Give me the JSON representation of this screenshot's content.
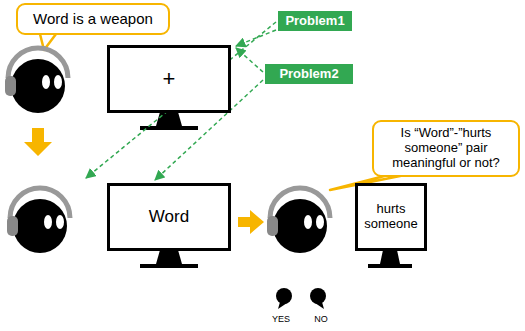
{
  "diagram": {
    "nodes": [
      {
        "text": [
          "Word is a weapon"
        ]
      },
      {
        "text": [
          "Problem1"
        ]
      },
      {
        "text": [
          "+"
        ]
      },
      {
        "text": [
          "Problem2"
        ]
      },
      {
        "text": [
          "Is “Word”-”hurts someone” pair meaningful or not?"
        ]
      },
      {
        "text": [
          "Word"
        ]
      },
      {
        "text": [
          "hurts someone"
        ]
      }
    ],
    "labels": [
      "YES",
      "NO"
    ]
  }
}
